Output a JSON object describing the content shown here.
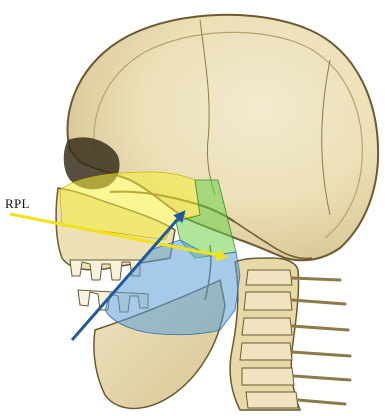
{
  "labels": {
    "rpl": "RPL"
  },
  "colors": {
    "background": "#ffffff",
    "bone_fill": "#efe5c0",
    "bone_shade": "#d7c696",
    "bone_outline": "#6b5a32",
    "cavity": "#3a2f1c",
    "yellow_region": "#f5ee3c",
    "green_region": "#6ed24a",
    "blue_region": "#5b9fd9",
    "yellow_arrow": "#f2e21a",
    "blue_arrow": "#1f5a9a"
  },
  "shapes": {
    "cranium": "cranium-shape",
    "mandible": "mandible-shape",
    "cervical_spine": "cervical-spine-shape",
    "nasal_region_highlight": "yellow-region",
    "nasopharynx_highlight": "green-region",
    "oropharynx_highlight": "blue-region"
  }
}
